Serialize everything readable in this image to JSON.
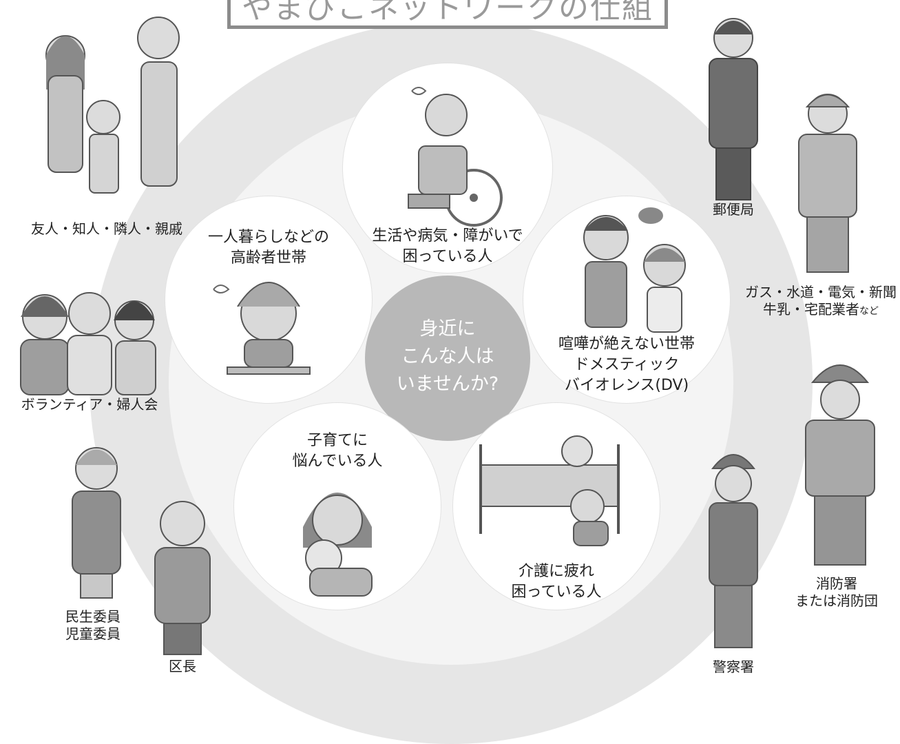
{
  "title": "やまびこネットワークの仕組み",
  "center": {
    "lines": [
      "身近に",
      "こんな人は",
      "いませんか?"
    ]
  },
  "needs": [
    {
      "lines": [
        "生活や病気・障がいで",
        "困っている人"
      ]
    },
    {
      "lines": [
        "一人暮らしなどの",
        "高齢者世帯"
      ]
    },
    {
      "lines": [
        "喧嘩が絶えない世帯",
        "ドメスティック",
        "バイオレンス(DV)"
      ]
    },
    {
      "lines": [
        "子育てに",
        "悩んでいる人"
      ]
    },
    {
      "lines": [
        "介護に疲れ",
        "困っている人"
      ]
    }
  ],
  "supporters": [
    {
      "lines": [
        "友人・知人・隣人・親戚"
      ]
    },
    {
      "lines": [
        "ボランティア・婦人会"
      ]
    },
    {
      "lines": [
        "民生委員",
        "児童委員"
      ]
    },
    {
      "lines": [
        "区長"
      ]
    },
    {
      "lines": [
        "郵便局"
      ]
    },
    {
      "lines": [
        "ガス・水道・電気・新聞",
        "牛乳・宅配業者"
      ],
      "suffix": "など"
    },
    {
      "lines": [
        "消防署",
        "または消防団"
      ]
    },
    {
      "lines": [
        "警察署"
      ]
    }
  ],
  "colors": {
    "ring_outer": "#e6e6e6",
    "ring_inner": "#f4f4f4",
    "center": "#b8b8b8",
    "title_border": "#8c8c8c",
    "title_text": "#9a9a9a"
  }
}
